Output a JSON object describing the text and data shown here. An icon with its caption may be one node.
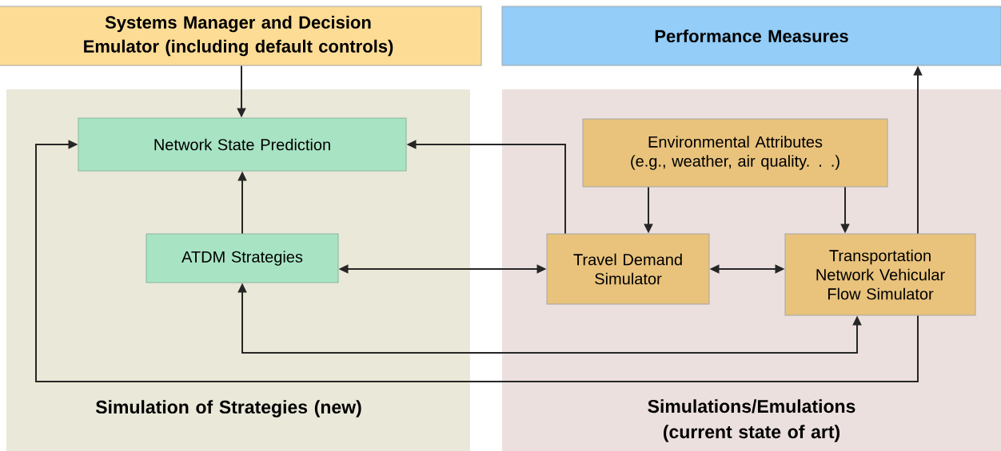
{
  "diagram": {
    "nodes": [
      {
        "text": [
          "Systems Manager and Decision Emulator (including default controls)"
        ]
      },
      {
        "text": [
          "Performance Measures"
        ]
      },
      {
        "text": [
          "Simulation of Strategies (new)"
        ]
      },
      {
        "text": [
          "Network State Prediction"
        ],
        "in": 2
      },
      {
        "text": [
          "ATDM Strategies"
        ],
        "in": 2
      },
      {
        "text": [
          "Simulations/Emulations (current state of art)"
        ]
      },
      {
        "text": [
          "Environmental Attributes (e.g., weather, air quality. . .)"
        ],
        "in": 5
      },
      {
        "text": [
          "Travel Demand Simulator"
        ],
        "in": 5
      },
      {
        "text": [
          "Transportation Network Vehicular Flow Simulator"
        ],
        "in": 5
      }
    ],
    "edges": [
      {
        "from": 0,
        "to": 3,
        "arrow": "to"
      },
      {
        "from": 4,
        "to": 3,
        "arrow": "to"
      },
      {
        "from": 7,
        "to": 3,
        "arrow": "to"
      },
      {
        "from": 4,
        "to": 7,
        "arrow": "both"
      },
      {
        "from": 6,
        "to": 7,
        "arrow": "to"
      },
      {
        "from": 6,
        "to": 8,
        "arrow": "to"
      },
      {
        "from": 7,
        "to": 8,
        "arrow": "both"
      },
      {
        "from": 8,
        "to": 4,
        "arrow": "both"
      },
      {
        "from": 8,
        "to": 1,
        "arrow": "to"
      },
      {
        "from": 8,
        "to": 3,
        "arrow": "to"
      }
    ]
  }
}
